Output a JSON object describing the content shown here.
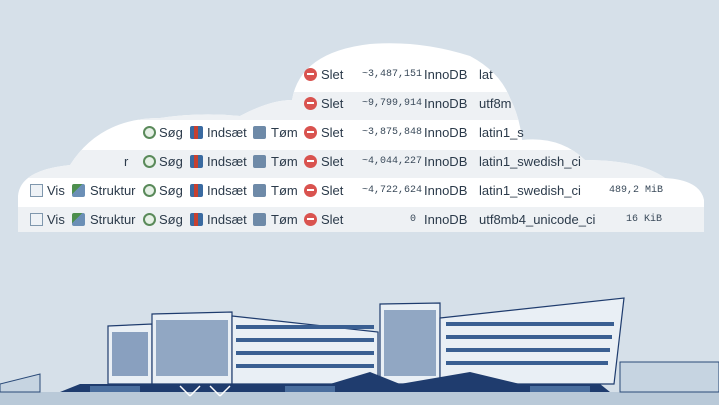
{
  "rows": [
    {
      "vis": "",
      "struktur": "",
      "sog": "",
      "indsaet": "",
      "tom": "",
      "slet": "Slet",
      "count": "~3,487,151",
      "engine": "InnoDB",
      "collation": "lat",
      "size": ""
    },
    {
      "vis": "",
      "struktur": "",
      "sog": "",
      "indsaet": "",
      "tom": "",
      "slet": "Slet",
      "count": "~9,799,914",
      "engine": "InnoDB",
      "collation": "utf8m",
      "size": ""
    },
    {
      "vis": "",
      "struktur": "",
      "sog": "Søg",
      "indsaet": "Indsæt",
      "tom": "Tøm",
      "slet": "Slet",
      "count": "~3,875,848",
      "engine": "InnoDB",
      "collation": "latin1_s",
      "size": ""
    },
    {
      "vis": "",
      "struktur": "r",
      "sog": "Søg",
      "indsaet": "Indsæt",
      "tom": "Tøm",
      "slet": "Slet",
      "count": "~4,044,227",
      "engine": "InnoDB",
      "collation": "latin1_swedish_ci",
      "size": ""
    },
    {
      "vis": "Vis",
      "struktur": "Struktur",
      "sog": "Søg",
      "indsaet": "Indsæt",
      "tom": "Tøm",
      "slet": "Slet",
      "count": "~4,722,624",
      "engine": "InnoDB",
      "collation": "latin1_swedish_ci",
      "size": "489,2 MiB"
    },
    {
      "vis": "Vis",
      "struktur": "Struktur",
      "sog": "Søg",
      "indsaet": "Indsæt",
      "tom": "Tøm",
      "slet": "Slet",
      "count": "0",
      "engine": "InnoDB",
      "collation": "utf8mb4_unicode_ci",
      "size": "16 KiB"
    }
  ],
  "colors": {
    "sky": "#d6e0e9",
    "cloud": "#ffffff",
    "building": "#1f3c6e",
    "delete": "#d9534f"
  }
}
